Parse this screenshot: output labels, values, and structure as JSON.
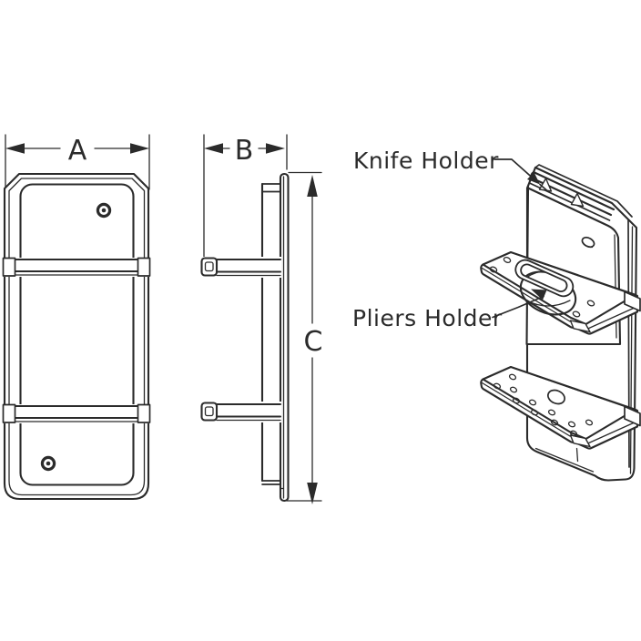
{
  "diagram": {
    "background_color": "#ffffff",
    "line_color": "#2b2b2b",
    "dimension_labels": {
      "width": "A",
      "depth": "B",
      "height": "C"
    },
    "callouts": {
      "knife_holder": "Knife Holder",
      "pliers_holder": "Pliers Holder"
    }
  }
}
